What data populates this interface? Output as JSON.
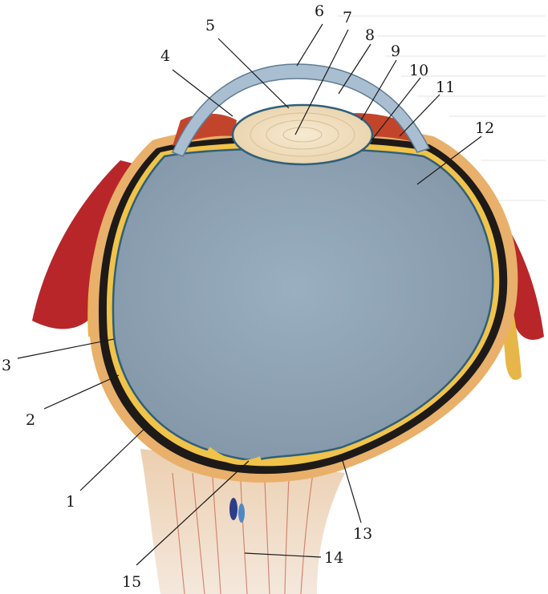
{
  "diagram": {
    "kind": "anatomical-illustration",
    "subject_icon": "eyeball-cross-section",
    "labels": [
      "1",
      "2",
      "3",
      "4",
      "5",
      "6",
      "7",
      "8",
      "9",
      "10",
      "11",
      "12",
      "13",
      "14",
      "15"
    ],
    "colors": {
      "vitreous": "#8fa3b2",
      "cornea": "#a9bed0",
      "lens": "#f2e2c4",
      "sclera_edge": "#e8b06a",
      "choroid": "#1e1a18",
      "retina_edge": "#2f5f7a",
      "muscle": "#b8262a",
      "fat": "#e7b648",
      "optic_nerve": "#efe0d0"
    }
  }
}
